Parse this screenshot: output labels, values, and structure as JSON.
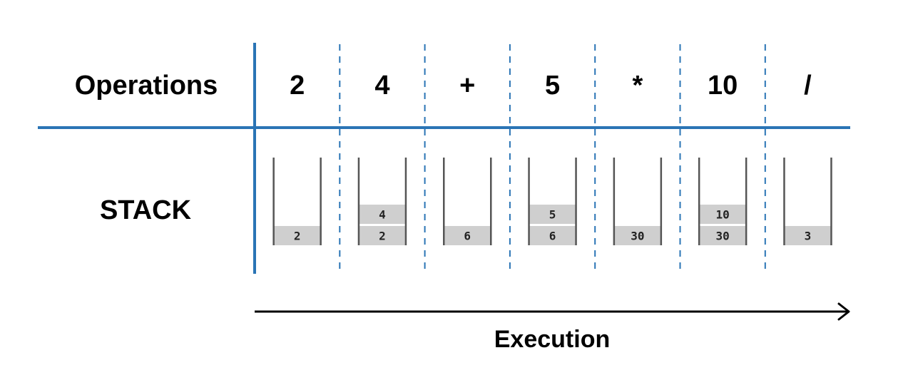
{
  "labels": {
    "operations": "Operations",
    "stack": "STACK",
    "execution": "Execution"
  },
  "colors": {
    "grid_line": "#2a74b5",
    "stack_wall": "#555555",
    "stack_cell": "#cfcfcf",
    "arrow": "#000000",
    "text": "#000000"
  },
  "steps": [
    {
      "operation": "2",
      "stack": [
        "2"
      ]
    },
    {
      "operation": "4",
      "stack": [
        "2",
        "4"
      ]
    },
    {
      "operation": "+",
      "stack": [
        "6"
      ]
    },
    {
      "operation": "5",
      "stack": [
        "6",
        "5"
      ]
    },
    {
      "operation": "*",
      "stack": [
        "30"
      ]
    },
    {
      "operation": "10",
      "stack": [
        "30",
        "10"
      ]
    },
    {
      "operation": "/",
      "stack": [
        "3"
      ]
    }
  ]
}
